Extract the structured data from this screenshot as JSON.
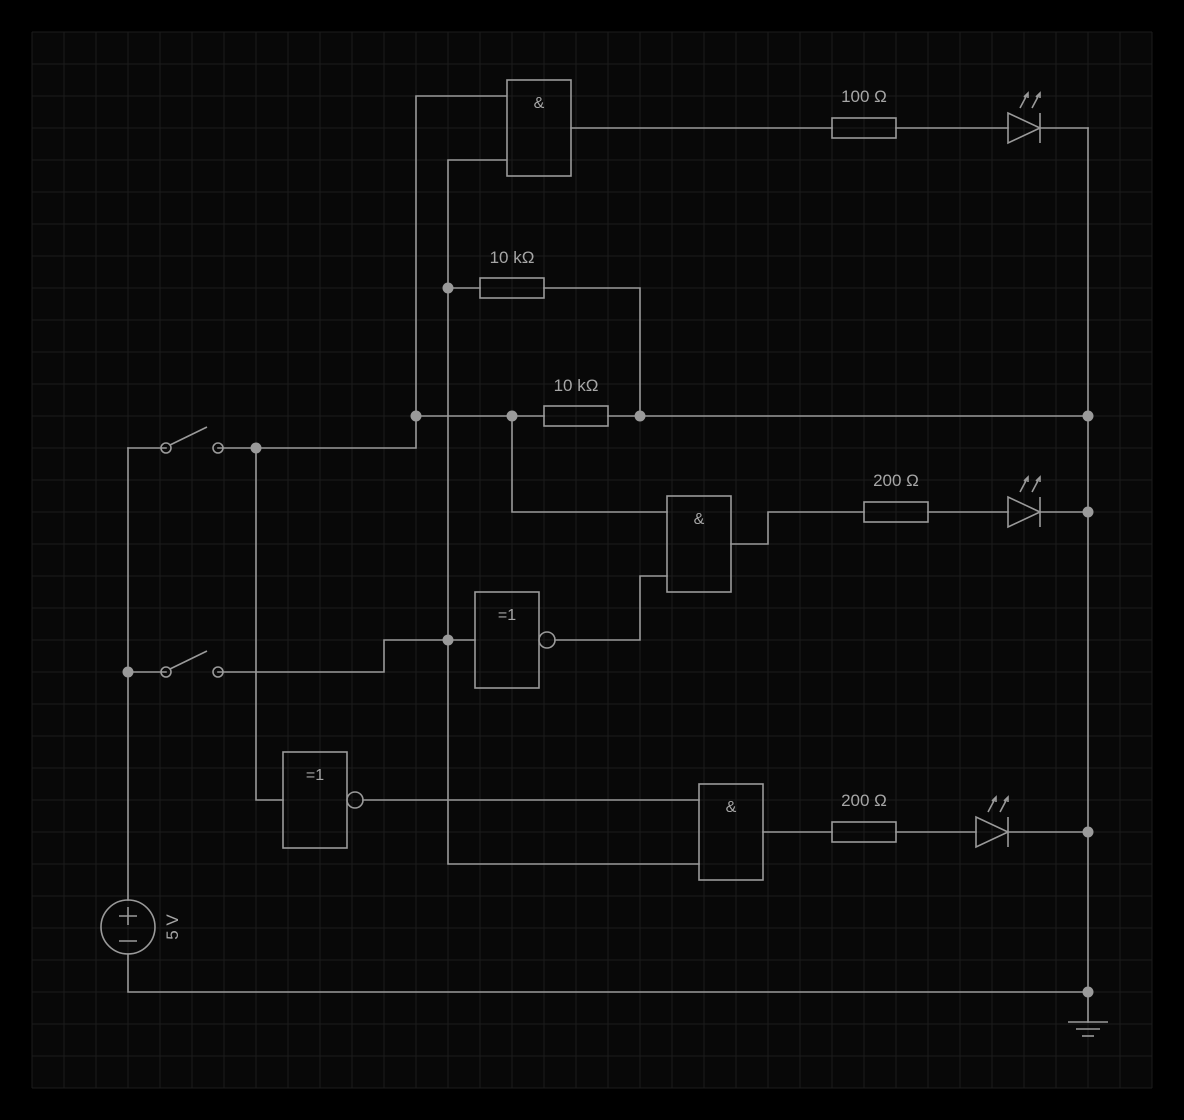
{
  "gates": {
    "and_top": "&",
    "and_middle": "&",
    "and_bottom": "&",
    "xnor_middle": "=1",
    "xnor_bottom": "=1"
  },
  "resistors": {
    "r_top": "100 Ω",
    "r_pullup_upper": "10 kΩ",
    "r_pullup_lower": "10 kΩ",
    "r_middle": "200 Ω",
    "r_bottom": "200 Ω"
  },
  "source": {
    "voltage": "5 V"
  },
  "colors": {
    "background": "#000000",
    "grid_background": "#080808",
    "grid_line": "#1c1c1c",
    "component_stroke": "#9a9a9a",
    "label_text": "#a6a6a6"
  },
  "icons": [
    "switch-icon",
    "led-icon",
    "ground-icon",
    "voltage-source-icon"
  ]
}
